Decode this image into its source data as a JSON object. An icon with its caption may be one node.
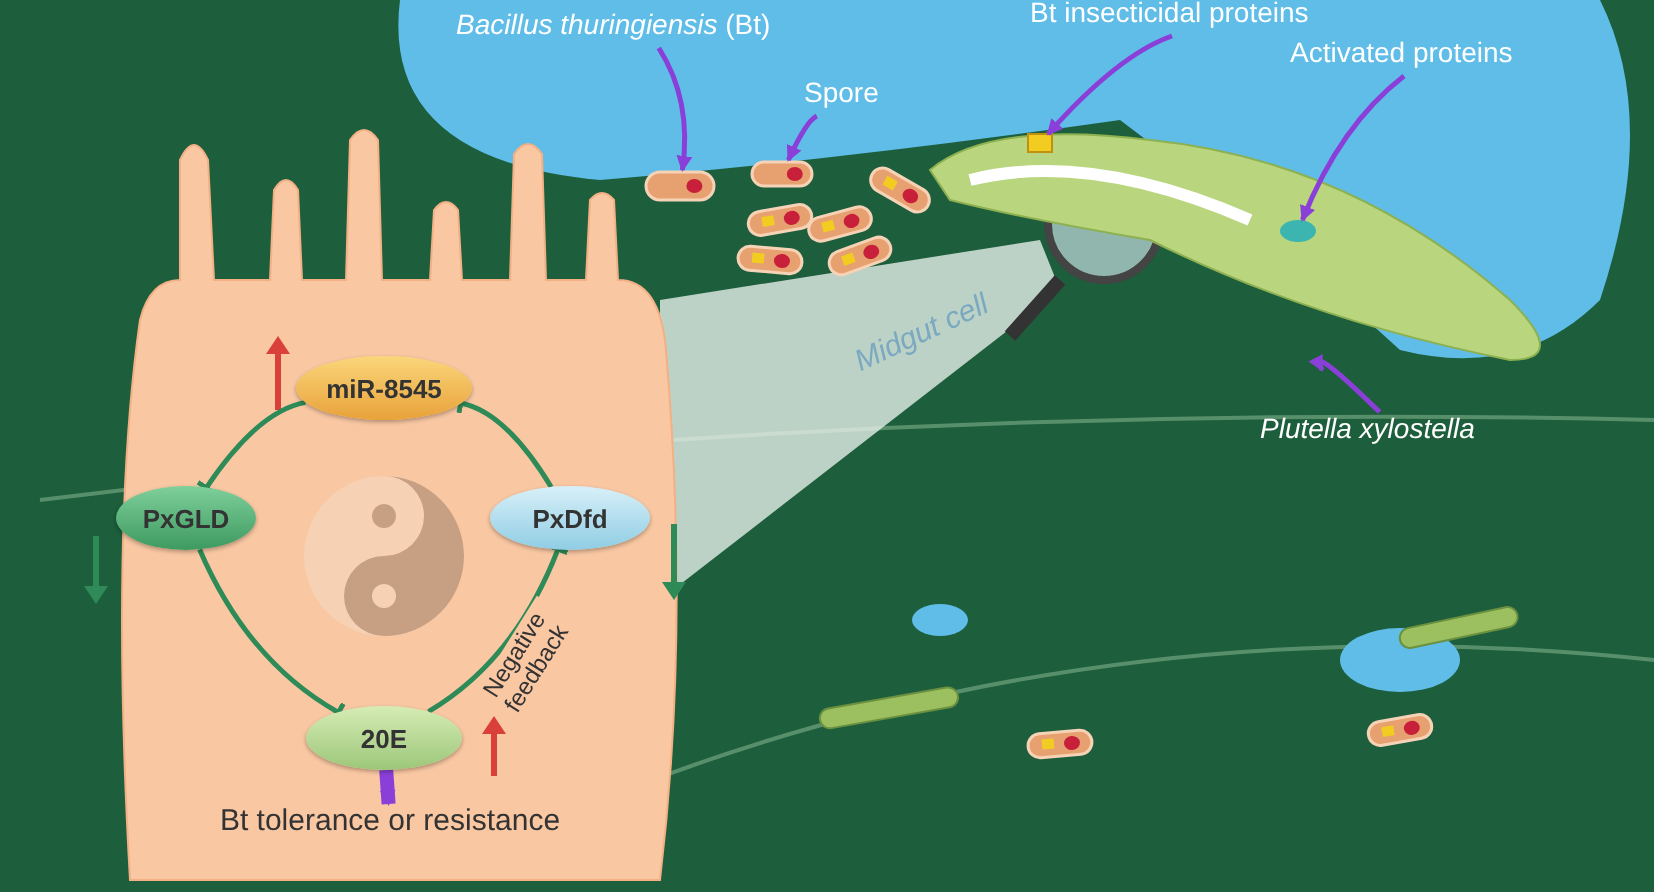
{
  "diagram": {
    "nodes": [
      {
        "text": [],
        "shape": "picture"
      },
      {
        "text": [
          "miR-8545"
        ],
        "in": 0
      },
      {
        "text": [
          "PxGLD"
        ],
        "in": 0
      },
      {
        "text": [
          "PxDfd"
        ],
        "in": 0
      },
      {
        "text": [
          "20E"
        ],
        "in": 0
      },
      {
        "text": [
          "Bt tolerance or resistance"
        ],
        "in": 0
      },
      {
        "text": [
          "*Bacillus thuringiensis* (Bt)"
        ]
      },
      {
        "text": [],
        "shape": "picture"
      },
      {
        "text": [
          "Spore"
        ]
      },
      {
        "text": [],
        "shape": "picture"
      },
      {
        "text": [
          "Bt insecticidal proteins"
        ]
      },
      {
        "text": [],
        "shape": "box",
        "in": 15
      },
      {
        "text": [
          "Activated proteins"
        ]
      },
      {
        "text": [],
        "shape": "circle",
        "in": 15
      },
      {
        "text": [
          "Plutella xylostella"
        ]
      },
      {
        "text": [],
        "shape": "picture"
      }
    ],
    "edges": [
      {
        "from": 1,
        "to": 2,
        "arrow": "other",
        "color": "#2e8b57"
      },
      {
        "from": 2,
        "to": 4,
        "arrow": "other",
        "color": "#2e8b57"
      },
      {
        "from": 4,
        "to": 3,
        "arrow": "other",
        "label": "Negative feedback",
        "color": "#2e8b57"
      },
      {
        "from": 3,
        "to": 1,
        "arrow": "other",
        "color": "#2e8b57"
      },
      {
        "from": 4,
        "to": 5,
        "arrow": "to",
        "style": "thick"
      },
      {
        "from": 6,
        "to": 7,
        "arrow": "to"
      },
      {
        "from": 8,
        "to": 9,
        "arrow": "to"
      },
      {
        "from": 10,
        "to": 11,
        "arrow": "to"
      },
      {
        "from": 12,
        "to": 13,
        "arrow": "to"
      },
      {
        "from": 14,
        "to": 15,
        "arrow": "to"
      }
    ],
    "labels": [
      "Midgut cell"
    ]
  }
}
